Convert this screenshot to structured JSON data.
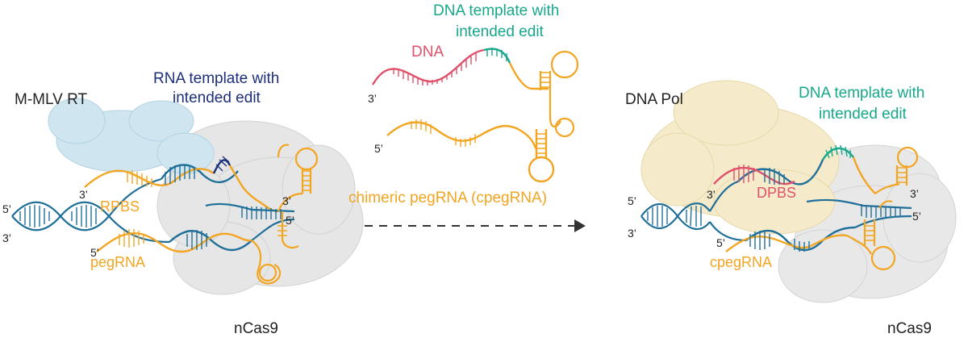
{
  "colors": {
    "orange": "#F2A521",
    "blue_strand": "#1F6F99",
    "navy": "#1C2F7A",
    "teal": "#17A88C",
    "pink": "#E0506B",
    "protein_blue": "#CFE6F1",
    "protein_gray": "#E4E4E4",
    "protein_yellow": "#F5EBCB"
  },
  "left_panel": {
    "enzyme_label": "M-MLV RT",
    "rna_template_line1": "RNA template with",
    "rna_template_line2": "intended edit",
    "rpbs_label": "RPBS",
    "pegrna_label": "pegRNA",
    "cas_label": "nCas9",
    "end_5_left": "5’",
    "end_3_left": "3’",
    "end_3_rpbs": "3’",
    "end_5_peg": "5’",
    "end_3_right": "3’",
    "end_5_right": "5’"
  },
  "middle_panel": {
    "dna_template_line1": "DNA template with",
    "dna_template_line2": "intended edit",
    "dna_label": "DNA",
    "end_3_dna": "3’",
    "end_5_rna": "5’",
    "chimeric_label": "chimeric pegRNA (cpegRNA)",
    "arrow_icon": "dashed-right-arrow"
  },
  "right_panel": {
    "enzyme_label": "DNA Pol",
    "dna_template_line1": "DNA template with",
    "dna_template_line2": "intended edit",
    "dpbs_label": "DPBS",
    "cpegrna_label": "cpegRNA",
    "cas_label": "nCas9",
    "end_5_left": "5’",
    "end_3_left": "3’",
    "end_3_dpbs": "3’",
    "end_5_cpeg": "5’",
    "end_3_right": "3’",
    "end_5_right": "5’"
  }
}
